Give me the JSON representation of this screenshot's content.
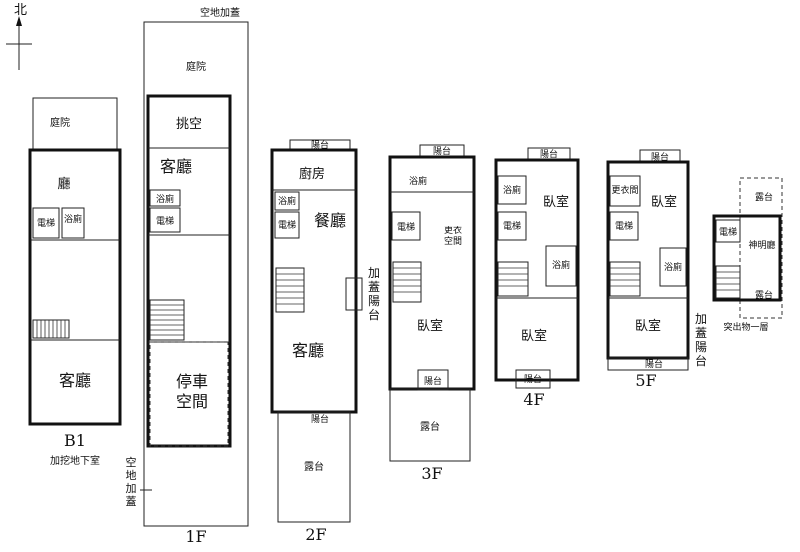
{
  "compass": {
    "north": "北"
  },
  "floors": {
    "b1": {
      "name": "B1",
      "subtitle": "加挖地下室",
      "yard": "庭院",
      "hall": "廳",
      "elevator": "電梯",
      "bathroom": "浴廁",
      "living": "客廳"
    },
    "f1": {
      "name": "1F",
      "top_addition": "空地加蓋",
      "yard": "庭院",
      "void": "挑空",
      "living": "客廳",
      "bathroom": "浴廁",
      "elevator": "電梯",
      "parking": "停車空間",
      "side_addition": "空地加蓋"
    },
    "f2": {
      "name": "2F",
      "balcony": "陽台",
      "kitchen": "廚房",
      "bathroom": "浴廁",
      "elevator": "電梯",
      "dining": "餐廳",
      "living": "客廳",
      "added_balcony": "加蓋陽台",
      "terrace": "露台"
    },
    "f3": {
      "name": "3F",
      "balcony": "陽台",
      "bathroom": "浴廁",
      "elevator": "電梯",
      "dressing": "更衣空間",
      "bedroom": "臥室",
      "balcony2": "陽台",
      "terrace": "露台"
    },
    "f4": {
      "name": "4F",
      "balcony": "陽台",
      "bathroom": "浴廁",
      "elevator": "電梯",
      "bedroom1": "臥室",
      "bathroom2": "浴廁",
      "bedroom2": "臥室",
      "balcony2": "陽台"
    },
    "f5": {
      "name": "5F",
      "balcony": "陽台",
      "dressing": "更衣間",
      "elevator": "電梯",
      "bedroom1": "臥室",
      "bathroom": "浴廁",
      "bedroom2": "臥室",
      "balcony2": "陽台",
      "added_balcony": "加蓋陽台"
    },
    "roof": {
      "terrace1": "露台",
      "elevator": "電梯",
      "shrine": "神明廳",
      "terrace2": "露台",
      "caption": "突出物一層"
    }
  }
}
